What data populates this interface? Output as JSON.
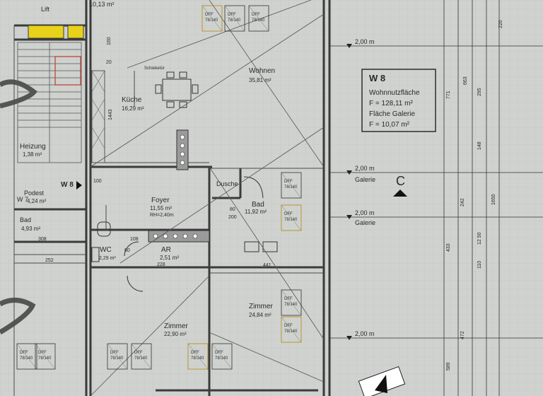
{
  "rooms": {
    "lift": "Lift",
    "top_area": "10,13 m²",
    "wohnen": "Wohnen",
    "wohnen_area": "35,81 m²",
    "kueche": "Küche",
    "kueche_area": "16,29 m²",
    "heizung": "Heizung",
    "heizung_area": "1,38 m²",
    "podest": "Podest",
    "podest_area": "4,24 m²",
    "bad_left": "Bad",
    "bad_left_area": "4,93 m²",
    "foyer": "Foyer",
    "foyer_area": "11,55 m²",
    "foyer_rh": "RH=2,40m",
    "dusche": "Dusche",
    "bad": "Bad",
    "bad_area": "11,92 m²",
    "wc": "WC",
    "wc_area": "2,29 m²",
    "ar": "AR",
    "ar_area": "2,51 m²",
    "zimmer_right": "Zimmer",
    "zimmer_right_area": "24,84 m²",
    "zimmer_left": "Zimmer",
    "zimmer_left_area": "22,90 m²"
  },
  "unit_labels": {
    "w8": "W 8",
    "w7": "W 7",
    "schiebetuer": "Schiebetür"
  },
  "info_box": {
    "title": "W 8",
    "line1": "Wohnnutzfläche",
    "line2": "F = 128,11 m²",
    "line3": "Fläche Galerie",
    "line4": "F = 10,07 m²"
  },
  "levels": {
    "l1": "2,00 m",
    "l2": "2,00 m",
    "l2_label": "Galerie",
    "l3": "2,00 m",
    "l3_label": "Galerie",
    "l4": "2,00 m"
  },
  "section_marker": "C",
  "window_labels": [
    "DFF",
    "78/140"
  ],
  "dims": {
    "d771": "771",
    "d663": "663",
    "d220": "220",
    "d295": "295",
    "d148": "148",
    "d1650": "1650",
    "d242": "242",
    "d433": "433",
    "d110": "110",
    "d472": "472",
    "d589": "589",
    "d441": "441",
    "d252": "252",
    "d228": "228",
    "d308": "308",
    "d108": "108",
    "d1443": "1443",
    "d80": "80",
    "d200": "200",
    "d100": "100",
    "d60": "60",
    "d160": "160",
    "d20": "20",
    "d1250": "12 50"
  },
  "colors": {
    "paper": "#cfd2cf",
    "line": "#3b3b3b",
    "lift_yellow": "#e8d21a",
    "marker_red": "#c0392b"
  }
}
